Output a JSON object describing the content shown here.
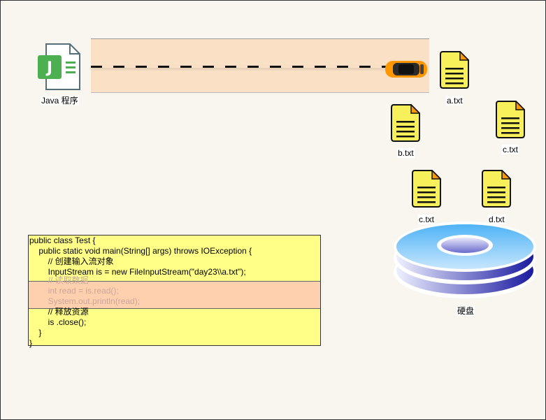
{
  "java_program": {
    "label": "Java 程序",
    "icon": "java-file-icon",
    "colors": {
      "badge": "#4caf50",
      "page_border": "#546e7a"
    }
  },
  "stream": {
    "fill_color": "#fae0c5",
    "vehicle_icon": "car-icon",
    "vehicle_color": "#ff9800"
  },
  "files": [
    {
      "name": "a.txt",
      "icon": "text-file-icon"
    },
    {
      "name": "b.txt",
      "icon": "text-file-icon"
    },
    {
      "name": "c.txt",
      "icon": "text-file-icon"
    },
    {
      "name": "c.txt",
      "icon": "text-file-icon"
    },
    {
      "name": "d.txt",
      "icon": "text-file-icon"
    }
  ],
  "file_colors": {
    "body": "#f7f05a",
    "corner": "#ff9800",
    "outline": "#111111"
  },
  "disk": {
    "label": "硬盘",
    "icon": "hard-disk-icon",
    "colors": {
      "top": "#4fb3f6",
      "side_dark": "#1a1aa0",
      "side_light": "#eef0ff"
    }
  },
  "code": {
    "background": "#ffff88",
    "highlight_color": "#ffc8b4",
    "lines": [
      "public class Test {",
      "    public static void main(String[] args) throws IOException {",
      "        // 创建输入流对象",
      "        InputStream is = new FileInputStream(\"day23\\\\a.txt\");",
      "        // 读取数据",
      "        int read = is.read();",
      "        System.out.println(read);",
      "        // 释放资源",
      "        is .close();",
      "    }",
      "}"
    ]
  }
}
